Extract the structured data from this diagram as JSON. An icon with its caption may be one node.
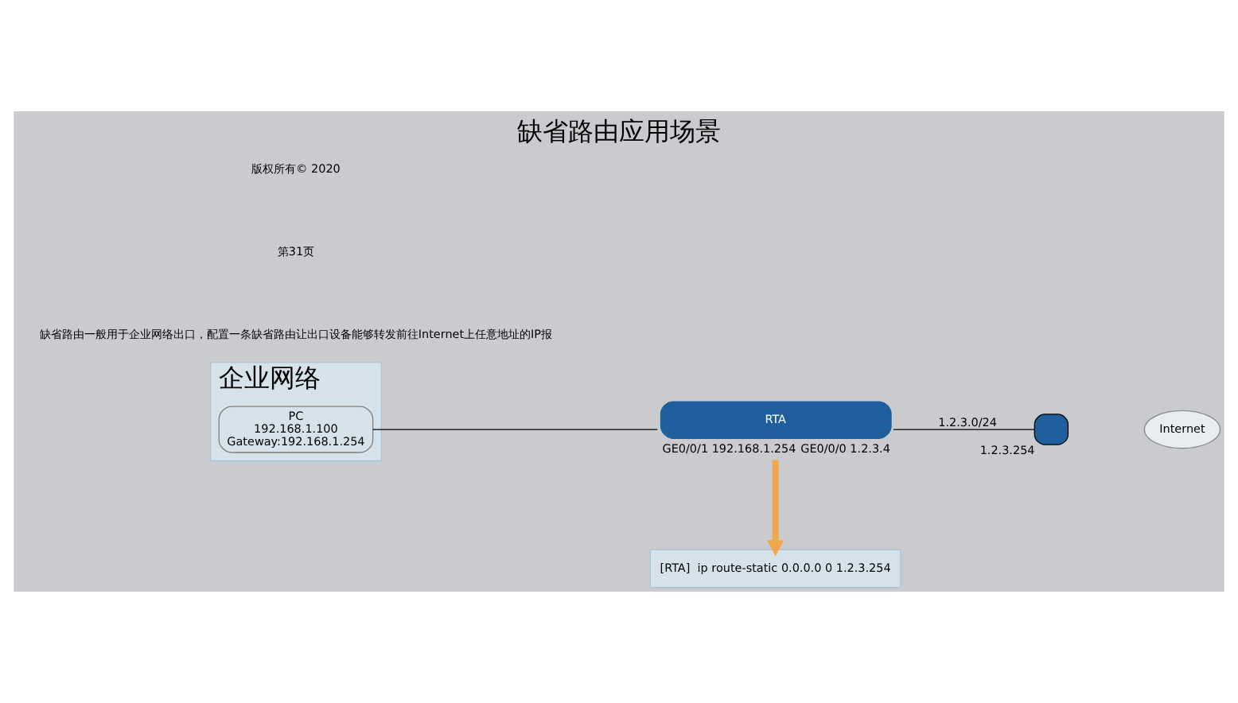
{
  "diagram": {
    "title": "缺省路由应用场景",
    "nodes": [
      {
        "text": [
          "企业网络"
        ]
      },
      {
        "text": [
          "PC",
          "192.168.1.100",
          "Gateway:192.168.1.254"
        ],
        "in": 0
      },
      {
        "text": [
          "RTA"
        ],
        "beside": [
          "GE0/0/1 192.168.1.254",
          "GE0/0/0 1.2.3.4"
        ]
      },
      {
        "text": [],
        "shape": "box",
        "beside": [
          "1.2.3.254"
        ]
      },
      {
        "text": [
          "Internet"
        ]
      },
      {
        "text": [
          "[RTA]  ip route-static 0.0.0.0 0 1.2.3.254"
        ]
      }
    ],
    "edges": [
      {
        "from": 1,
        "to": 2,
        "arrow": "none"
      },
      {
        "from": 2,
        "to": 3,
        "arrow": "none",
        "label": "1.2.3.0/24"
      },
      {
        "from": 2,
        "to": 5,
        "arrow": "to",
        "style": "thick",
        "color": "#f0a64a"
      }
    ],
    "labels": [
      "缺省路由一般用于企业网络出口，配置一条缺省路由让出口设备能够转发前往Internet上任意地址的IP报",
      "第31页",
      "版权所有© 2020"
    ]
  }
}
